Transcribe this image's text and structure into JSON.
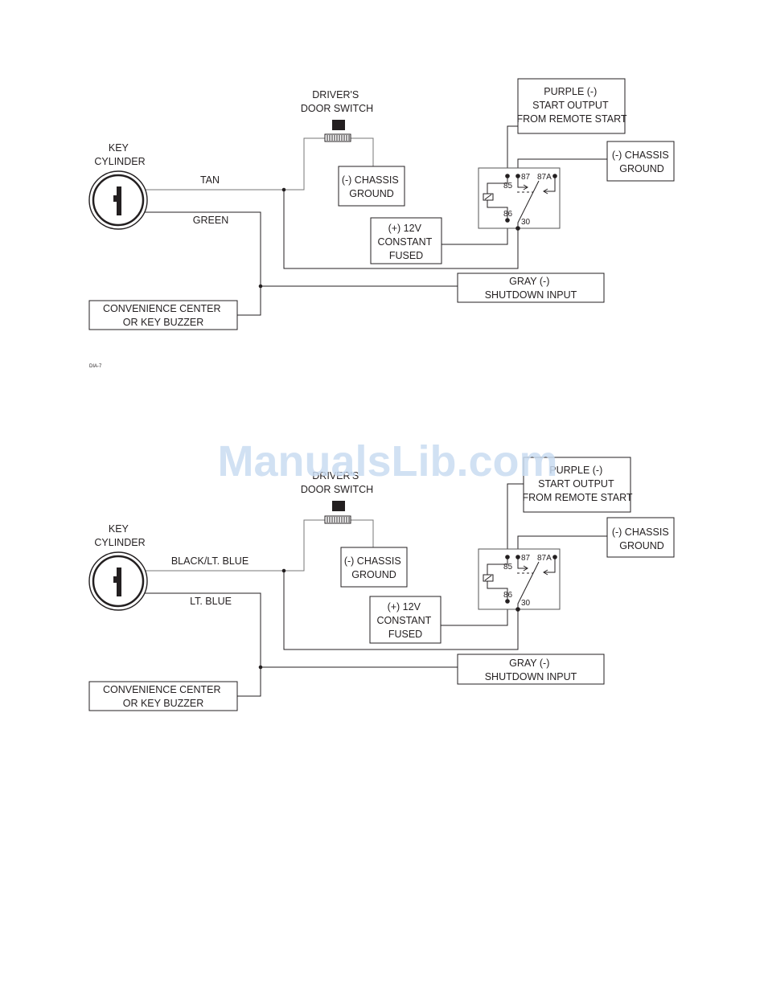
{
  "watermark": "ManualsLib.com",
  "figure_code": "DIA-7",
  "diagrams": [
    {
      "key_label": [
        "KEY",
        "CYLINDER"
      ],
      "door_switch_label": [
        "DRIVER'S",
        "DOOR SWITCH"
      ],
      "wire_top": "TAN",
      "wire_bottom": "GREEN",
      "chassis_ground_left": [
        "(-) CHASSIS",
        "GROUND"
      ],
      "purple_box": [
        "PURPLE (-)",
        "START OUTPUT",
        "FROM REMOTE START"
      ],
      "chassis_ground_right": [
        "(-) CHASSIS",
        "GROUND"
      ],
      "power_box": [
        "(+) 12V",
        "CONSTANT",
        "FUSED"
      ],
      "gray_box": [
        "GRAY (-)",
        "SHUTDOWN INPUT"
      ],
      "convenience_box": [
        "CONVENIENCE CENTER",
        "OR KEY BUZZER"
      ],
      "relay_pins": {
        "p85": "85",
        "p86": "86",
        "p87": "87",
        "p87a": "87A",
        "p30": "30"
      }
    },
    {
      "key_label": [
        "KEY",
        "CYLINDER"
      ],
      "door_switch_label": [
        "DRIVER'S",
        "DOOR SWITCH"
      ],
      "wire_top": "BLACK/LT. BLUE",
      "wire_bottom": "LT. BLUE",
      "chassis_ground_left": [
        "(-) CHASSIS",
        "GROUND"
      ],
      "purple_box": [
        "PURPLE (-)",
        "START OUTPUT",
        "FROM REMOTE START"
      ],
      "chassis_ground_right": [
        "(-) CHASSIS",
        "GROUND"
      ],
      "power_box": [
        "(+) 12V",
        "CONSTANT",
        "FUSED"
      ],
      "gray_box": [
        "GRAY (-)",
        "SHUTDOWN INPUT"
      ],
      "convenience_box": [
        "CONVENIENCE CENTER",
        "OR KEY BUZZER"
      ],
      "relay_pins": {
        "p85": "85",
        "p86": "86",
        "p87": "87",
        "p87a": "87A",
        "p30": "30"
      }
    }
  ]
}
